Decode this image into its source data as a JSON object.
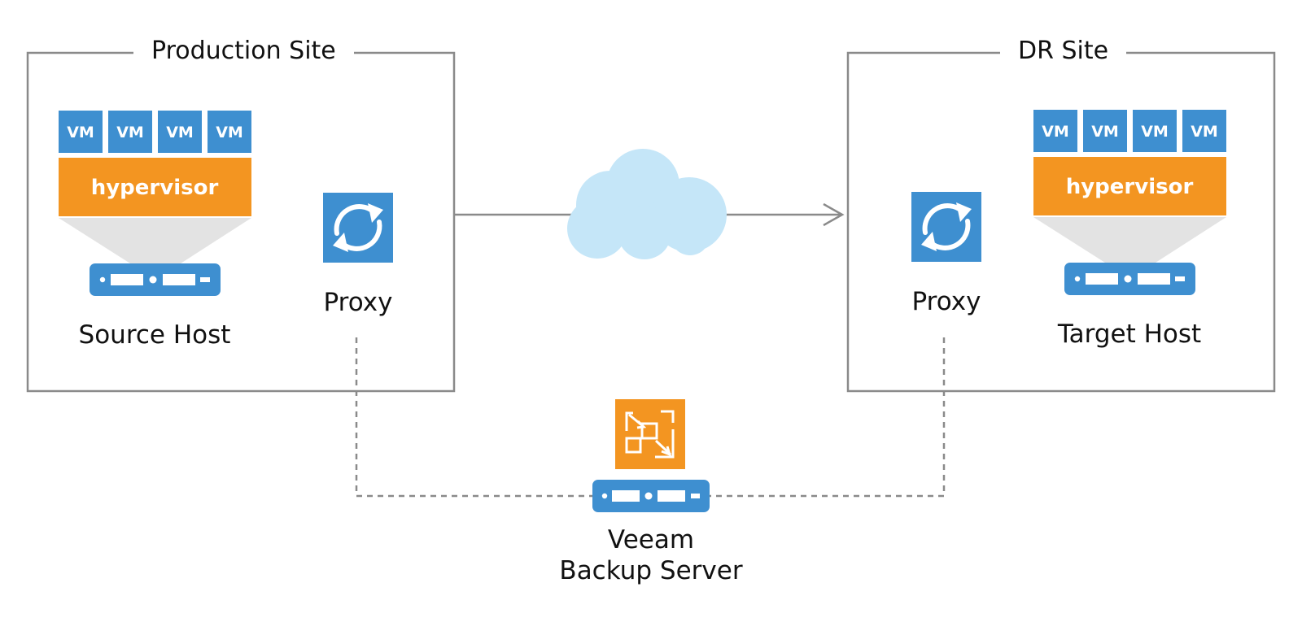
{
  "sites": {
    "production": {
      "title": "Production Site"
    },
    "dr": {
      "title": "DR Site"
    }
  },
  "source_host": {
    "label": "Source Host",
    "vm_labels": [
      "VM",
      "VM",
      "VM",
      "VM"
    ],
    "hypervisor_label": "hypervisor"
  },
  "target_host": {
    "label": "Target Host",
    "vm_labels": [
      "VM",
      "VM",
      "VM",
      "VM"
    ],
    "hypervisor_label": "hypervisor"
  },
  "source_proxy": {
    "label": "Proxy"
  },
  "target_proxy": {
    "label": "Proxy"
  },
  "backup_server": {
    "label_line1": "Veeam",
    "label_line2": "Backup Server"
  },
  "colors": {
    "vm_blue": "#3E8FD0",
    "hypervisor_orange": "#F39521",
    "server_blue": "#3E8FD0",
    "veeam_orange": "#F39521",
    "cloud": "#C5E6F8",
    "frame_gray": "#8a8a8a",
    "funnel_gray": "#e3e3e3"
  },
  "icons": {
    "proxy": "sync-arrows-icon",
    "server": "rack-server-icon",
    "cloud": "cloud-icon",
    "veeam": "veeam-logo-icon"
  }
}
